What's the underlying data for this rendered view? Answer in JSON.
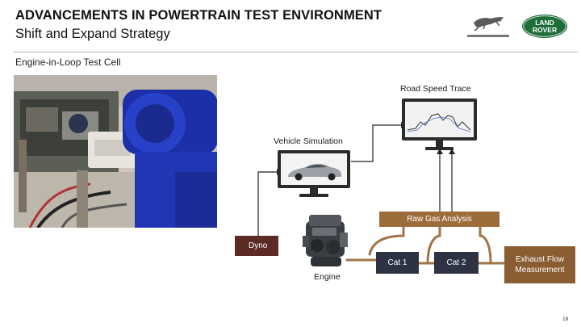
{
  "header": {
    "title": "ADVANCEMENTS IN POWERTRAIN TEST ENVIRONMENT",
    "subtitle": "Shift and Expand Strategy"
  },
  "section_label": "Engine-in-Loop Test Cell",
  "logos": {
    "jaguar": "jaguar-logo",
    "land_rover": {
      "line1": "LAND",
      "line2": "ROVER"
    }
  },
  "diagram": {
    "road_speed_label": "Road Speed Trace",
    "vehicle_sim_label": "Vehicle Simulation",
    "raw_gas_label": "Raw Gas Analysis",
    "dyno_label": "Dyno",
    "engine_label": "Engine",
    "cat1_label": "Cat 1",
    "cat2_label": "Cat 2",
    "exhaust_line1": "Exhaust Flow",
    "exhaust_line2": "Measurement"
  },
  "colors": {
    "dyno": "#5c2b26",
    "raw_gas": "#9d6c3b",
    "catalyst": "#2e3344",
    "exhaust": "#8b5d32",
    "pipe": "#a07445",
    "line": "#222222"
  },
  "page_number": "18"
}
